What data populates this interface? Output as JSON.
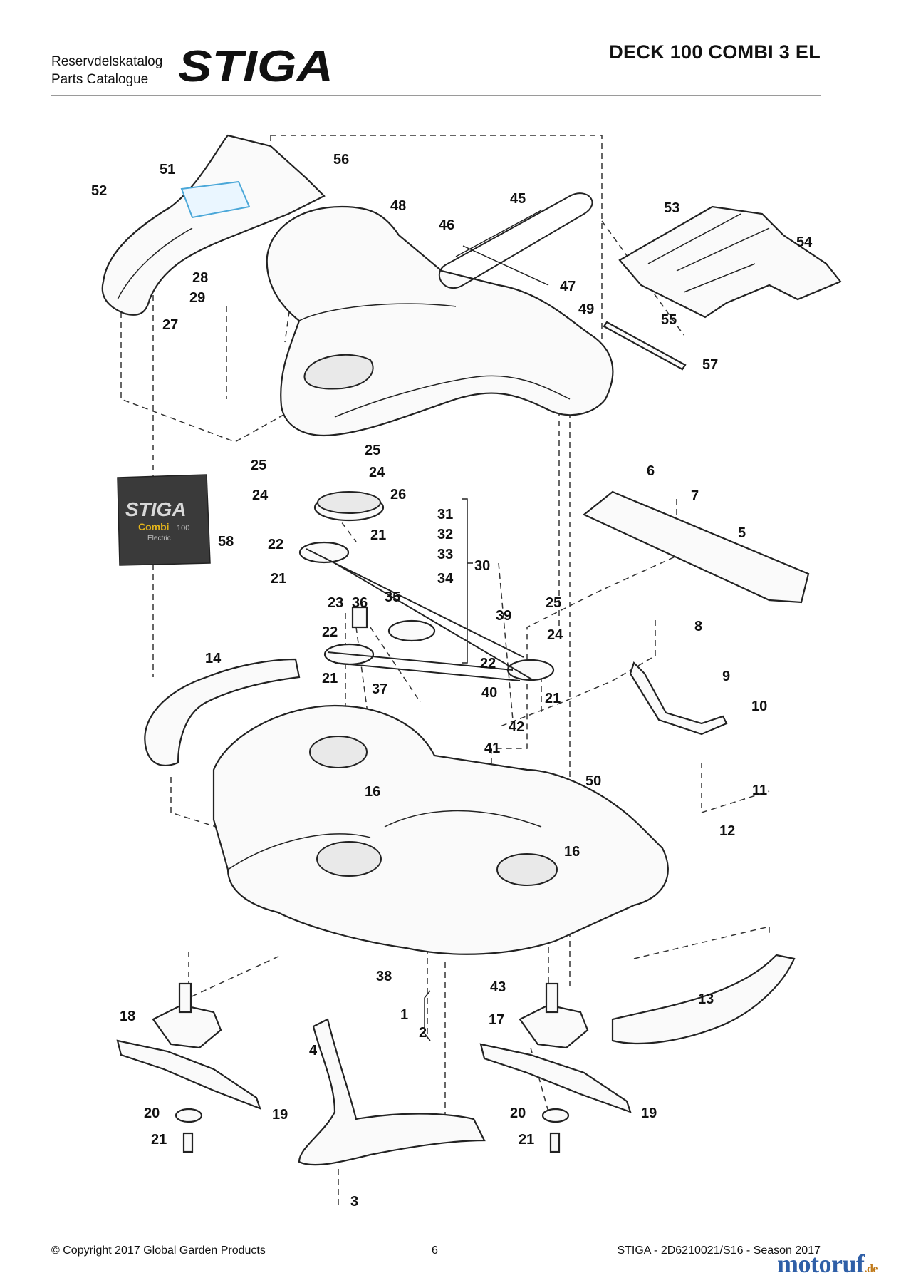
{
  "header": {
    "catalog_label_de": "Reservdelskatalog",
    "catalog_label_en": "Parts Catalogue",
    "brand": "STIGA",
    "title": "DECK 100 COMBI 3 EL"
  },
  "cover_decal": {
    "brand": "STIGA",
    "model": "Combi",
    "size": "100",
    "variant": "Electric",
    "colors": {
      "plate": "#3a3a3a",
      "brand_text": "#d8d8d8",
      "model_text": "#e3b41b"
    }
  },
  "callouts": [
    "1",
    "2",
    "3",
    "4",
    "5",
    "6",
    "7",
    "8",
    "9",
    "10",
    "11",
    "12",
    "13",
    "14",
    "16",
    "16",
    "17",
    "18",
    "19",
    "19",
    "20",
    "20",
    "21",
    "21",
    "21",
    "21",
    "21",
    "21",
    "22",
    "22",
    "22",
    "23",
    "24",
    "24",
    "24",
    "25",
    "25",
    "25",
    "26",
    "27",
    "28",
    "29",
    "30",
    "31",
    "32",
    "33",
    "34",
    "35",
    "36",
    "37",
    "38",
    "39",
    "40",
    "41",
    "42",
    "43",
    "45",
    "46",
    "47",
    "48",
    "49",
    "50",
    "51",
    "52",
    "53",
    "54",
    "55",
    "56",
    "57",
    "58"
  ],
  "footer": {
    "copyright": "© Copyright 2017 Global Garden Products",
    "page": "6",
    "reference": "STIGA - 2D6210021/S16 - Season 2017"
  },
  "watermark": {
    "name": "motoruf",
    "suffix": ".de"
  }
}
